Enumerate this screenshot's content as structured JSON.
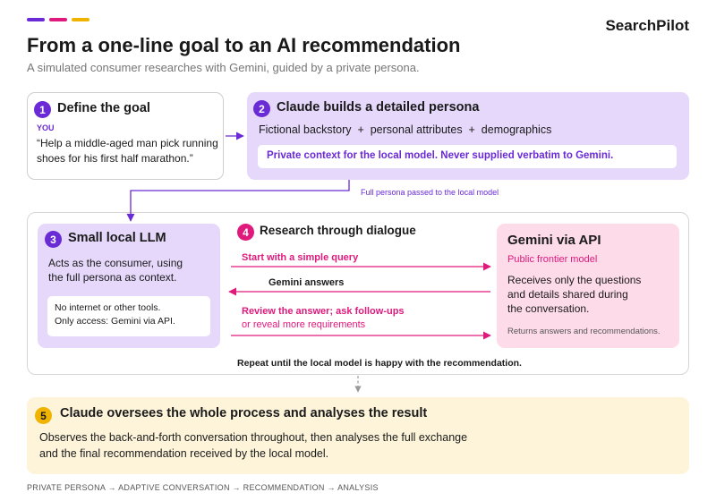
{
  "header": {
    "brand": "SearchPilot",
    "title": "From a one-line goal to an AI recommendation",
    "subtitle": "A simulated consumer researches with Gemini, guided by a private persona.",
    "accent_colors": [
      "#6a2ad6",
      "#e0197d",
      "#f0b400"
    ]
  },
  "steps": {
    "s1": {
      "number": "1",
      "title": "Define the goal",
      "role": "YOU",
      "quote_line1": "“Help a middle-aged man pick running",
      "quote_line2": "shoes for his first half marathon.”"
    },
    "s2": {
      "number": "2",
      "title": "Claude builds a detailed persona",
      "attr1": "Fictional backstory",
      "attr2": "personal attributes",
      "attr3": "demographics",
      "plus": "+",
      "private_note": "Private context for the local model. Never supplied verbatim to Gemini."
    },
    "s3": {
      "number": "3",
      "title": "Small local LLM",
      "desc_line1": "Acts as the consumer, using",
      "desc_line2": "the full persona as context.",
      "limit_line1": "No internet or other tools.",
      "limit_line2": "Only access: Gemini via API."
    },
    "s4": {
      "number": "4",
      "title": "Research through dialogue",
      "msg1": "Start with a simple query",
      "msg2": "Gemini answers",
      "msg3_line1": "Review the answer; ask follow-ups",
      "msg3_line2": "or reveal more requirements",
      "repeat": "Repeat until the local model is happy with the recommendation."
    },
    "gemini": {
      "title": "Gemini via API",
      "tag": "Public frontier model",
      "desc_line1": "Receives only the questions",
      "desc_line2": "and details shared during",
      "desc_line3": "the conversation.",
      "returns": "Returns answers and recommendations."
    },
    "s5": {
      "number": "5",
      "title": "Claude oversees the whole process and analyses the result",
      "desc_line1": "Observes the back-and-forth conversation throughout, then analyses the full exchange",
      "desc_line2": "and the final recommendation received by the local model."
    }
  },
  "connector_label": "Full persona passed to the local model",
  "footer": "PRIVATE PERSONA → ADAPTIVE CONVERSATION → RECOMMENDATION → ANALYSIS",
  "colors": {
    "purple": "#6a2ad6",
    "magenta": "#e0197d",
    "amber": "#f0b400",
    "lavender": "#e6d8fb",
    "pink": "#fddbe9",
    "cream": "#fdf4da"
  }
}
